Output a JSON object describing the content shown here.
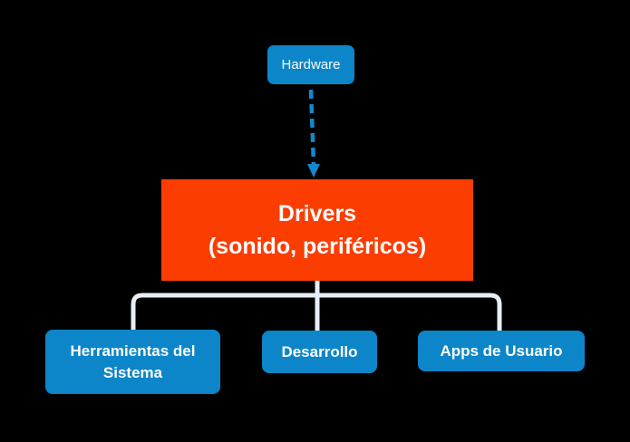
{
  "diagram": {
    "title": "OS layers diagram",
    "background": "#000000",
    "colors": {
      "node_blue": "#0C86C9",
      "node_red": "#FB3D02",
      "connector_solid": "#E8EEF5",
      "connector_dashed_arrow": "#1487CE",
      "text": "#FDFCFA"
    },
    "nodes": {
      "hardware": {
        "label": "Hardware"
      },
      "drivers": {
        "line1": "Drivers",
        "line2": "(sonido, periféricos)"
      },
      "system_tools": {
        "line1": "Herramientas del",
        "line2": "Sistema"
      },
      "development": {
        "label": "Desarrollo"
      },
      "user_apps": {
        "label": "Apps de Usuario"
      }
    },
    "connectors": {
      "hardware_to_drivers": {
        "style": "dashed",
        "direction": "down",
        "color": "#1487CE"
      },
      "drivers_to_children": {
        "style": "solid",
        "branches": 3,
        "color": "#E8EEF5"
      }
    }
  }
}
